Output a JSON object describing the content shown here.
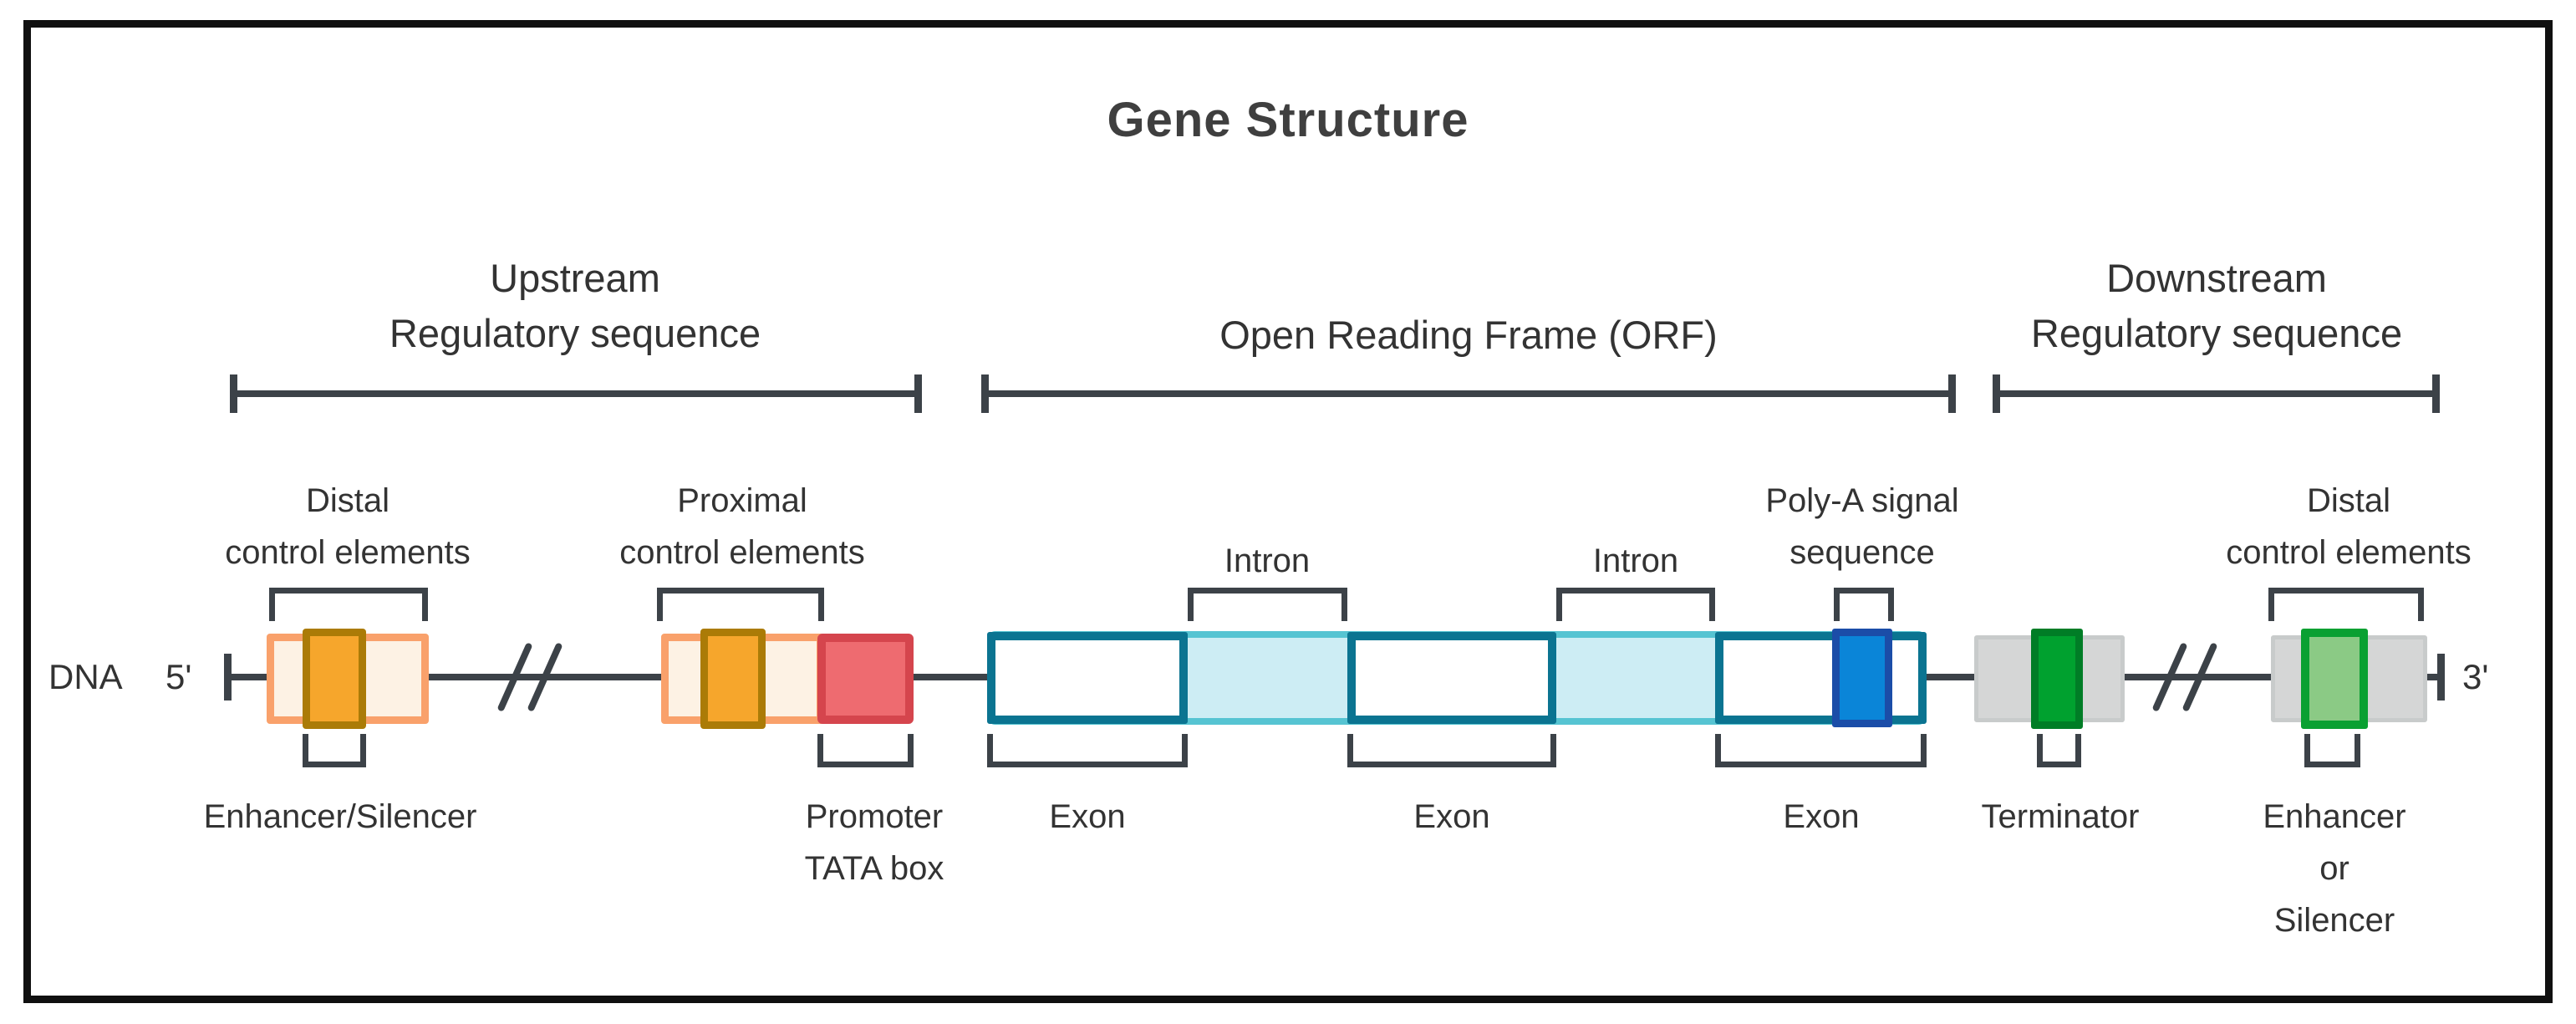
{
  "title": "Gene Structure",
  "sections": {
    "upstream": {
      "line1": "Upstream",
      "line2": "Regulatory sequence"
    },
    "orf": {
      "label": "Open Reading Frame (ORF)"
    },
    "downstream": {
      "line1": "Downstream",
      "line2": "Regulatory sequence"
    }
  },
  "dna": {
    "label": "DNA",
    "five_prime": "5'",
    "three_prime": "3'"
  },
  "elements": {
    "distal_left": {
      "line1": "Distal",
      "line2": "control elements"
    },
    "proximal": {
      "line1": "Proximal",
      "line2": "control elements"
    },
    "intron1": "Intron",
    "intron2": "Intron",
    "polya": {
      "line1": "Poly-A signal",
      "line2": "sequence"
    },
    "distal_right": {
      "line1": "Distal",
      "line2": "control elements"
    }
  },
  "bottom_labels": {
    "enhancer_left": "Enhancer/Silencer",
    "promoter": {
      "line1": "Promoter",
      "line2": "TATA box"
    },
    "exon1": "Exon",
    "exon2": "Exon",
    "exon3": "Exon",
    "terminator": "Terminator",
    "enhancer_right": {
      "line1": "Enhancer",
      "line2": "or",
      "line3": "Silencer"
    }
  },
  "colors": {
    "frame_border": "#101010",
    "text": "#333333",
    "title_text": "#3F3F3F",
    "line_dark": "#3C4248",
    "peach_fill": "#FDF2E4",
    "peach_border": "#F9A16B",
    "amber_fill": "#F6A62C",
    "amber_border": "#AB7B07",
    "red_fill": "#EE6B70",
    "red_border": "#D5454D",
    "orf_fill": "#CDEDF4",
    "orf_border": "#56C4D2",
    "exon_fill": "#FFFFFF",
    "exon_border": "#0B7491",
    "polya_fill": "#0A85D8",
    "polya_border": "#1B4DA8",
    "gray_fill": "#D5D6D6",
    "gray_border": "#C8CBCB",
    "green_fill": "#00A12F",
    "green_border": "#007D26",
    "lightgreen_fill": "#8BCA85",
    "lightgreen_border": "#0AA032"
  }
}
